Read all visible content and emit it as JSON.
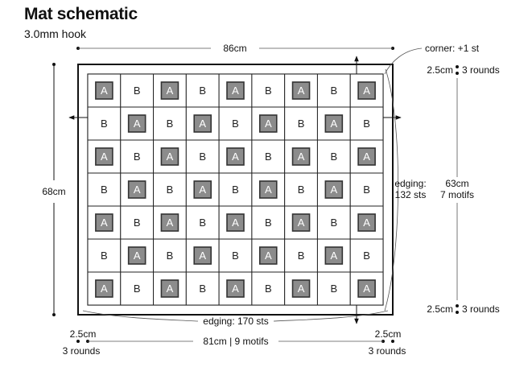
{
  "title": "Mat schematic",
  "subtitle": "3.0mm hook",
  "dimensions": {
    "top_width": "86cm",
    "left_height": "68cm",
    "right_height": "63cm",
    "right_motifs": "7 motifs",
    "bottom_width": "81cm | 9 motifs",
    "border_depth": "2.5cm",
    "border_rounds": "3 rounds",
    "corner_note": "corner: +1 st",
    "edging_bottom": "edging: 170 sts",
    "edging_side_line1": "edging:",
    "edging_side_line2": "132 sts"
  },
  "grid": {
    "rows": 7,
    "cols": 9,
    "motif_a": "A",
    "motif_b": "B",
    "colors": {
      "motif_a_fill": "#8c8c8c",
      "motif_a_border": "#333333",
      "cell_border": "#222222",
      "background": "#ffffff"
    }
  }
}
